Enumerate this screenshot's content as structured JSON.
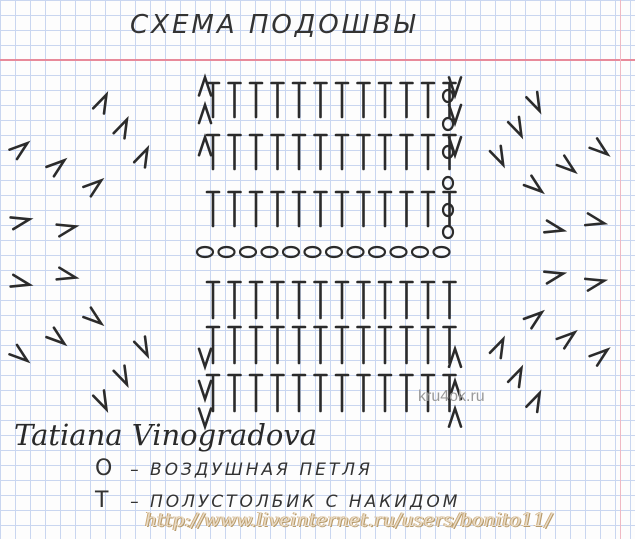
{
  "title": "СХЕМА ПОДОШВЫ",
  "author": "Tatiana Vinogradova",
  "watermark": "kru4ok.ru",
  "legend": [
    {
      "symbol": "O",
      "symbol_icon": "chain-stitch-icon",
      "text": "– ВОЗДУШНАЯ ПЕТЛЯ"
    },
    {
      "symbol": "T",
      "symbol_icon": "half-double-crochet-icon",
      "text": "– ПОЛУСТОЛБИК С НАКИДОМ"
    }
  ],
  "url": "http://www.liveinternet.ru/users/bonito11/",
  "colors": {
    "grid": "#c9d6f0",
    "red_line": "#e88a9a",
    "ink": "#2b2b2b"
  }
}
